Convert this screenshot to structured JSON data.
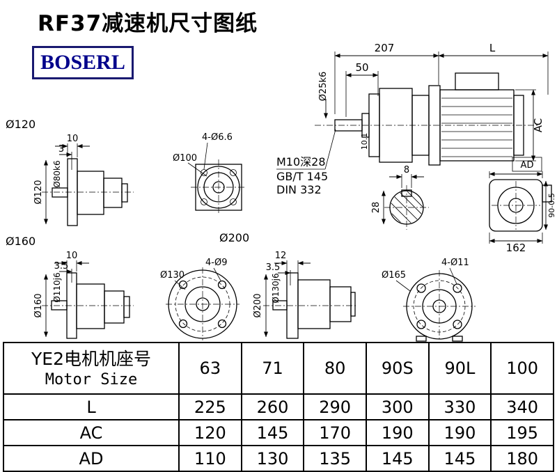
{
  "page": {
    "title": "RF37减速机尺寸图纸",
    "brand": "BOSERL"
  },
  "views": {
    "main": {
      "d207": "207",
      "dL": "L",
      "d50": "50",
      "shaft_dia": "Ø25k6",
      "ac": "AC",
      "d101": "10.1",
      "note1": "M10深28",
      "note2": "GB/T 145",
      "note3": "DIN 332"
    },
    "section": {
      "d8": "8",
      "d28": "28"
    },
    "endview": {
      "ad": "AD",
      "d90": "90-0.5",
      "d162": "162"
    },
    "v120": {
      "label": "Ø120",
      "d10": "10",
      "d3": "3",
      "od": "Ø120",
      "sd": "Ø80k6"
    },
    "f100": {
      "bc": "Ø100",
      "holes": "4-Ø6.6"
    },
    "v160": {
      "label": "Ø160",
      "d10": "10",
      "d35": "3.5",
      "od": "Ø160",
      "sd": "Ø110j6"
    },
    "v200f": {
      "label": "Ø200",
      "bc": "Ø130",
      "holes": "4-Ø9"
    },
    "v200s": {
      "d12": "12",
      "d35": "3.5",
      "od": "Ø200",
      "sd": "Ø130j6"
    },
    "v165": {
      "bc": "Ø165",
      "holes": "4-Ø11"
    }
  },
  "table": {
    "header": {
      "label_line1": "YE2电机机座号",
      "label_line2": "Motor Size",
      "sizes": [
        "63",
        "71",
        "80",
        "90S",
        "90L",
        "100"
      ]
    },
    "rows": [
      {
        "label": "L",
        "values": [
          "225",
          "260",
          "290",
          "300",
          "330",
          "340"
        ]
      },
      {
        "label": "AC",
        "values": [
          "120",
          "145",
          "170",
          "190",
          "190",
          "195"
        ]
      },
      {
        "label": "AD",
        "values": [
          "110",
          "130",
          "135",
          "145",
          "145",
          "180"
        ]
      }
    ]
  }
}
